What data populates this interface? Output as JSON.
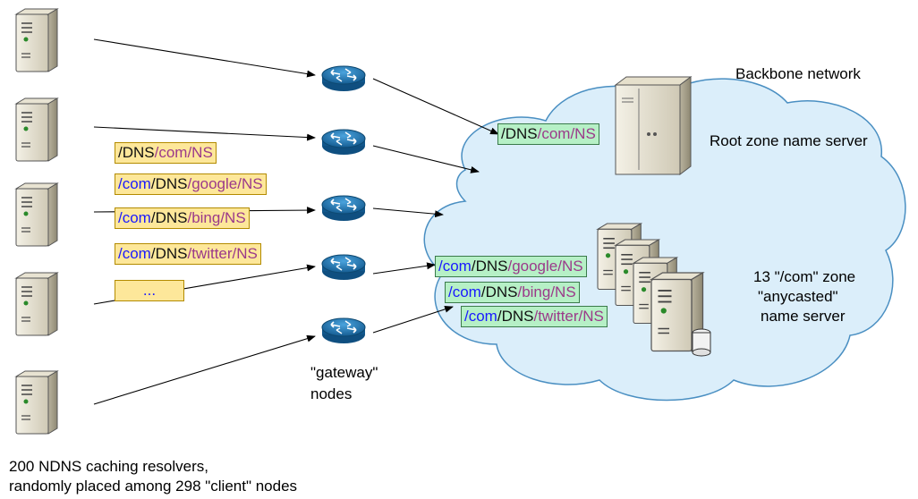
{
  "labels": {
    "backbone": "Backbone network",
    "root_server": "Root zone name server",
    "com_servers_1": "13 \"/com\" zone",
    "com_servers_2": "\"anycasted\"",
    "com_servers_3": "name server",
    "gateway_1": "\"gateway\"",
    "gateway_2": "nodes",
    "resolvers_1": "200 NDNS caching resolvers,",
    "resolvers_2": "randomly placed among 298 \"client\" nodes"
  },
  "colors": {
    "blue": "#1a1aff",
    "black": "#111111",
    "purple": "#9b3a8a",
    "yellow_tag": "#fde79a",
    "green_tag": "#b6f0c6",
    "cloud": "#dbeefa",
    "router": "#1b6ea8"
  },
  "icons": {
    "client": "server-tower-icon",
    "router": "router-icon",
    "root": "server-cabinet-icon",
    "com": "server-stack-icon",
    "cloud": "cloud-icon"
  },
  "tags": {
    "root_query_left": [
      {
        "t": "/DNS",
        "c": "black"
      },
      {
        "t": "/com/NS",
        "c": "purple"
      }
    ],
    "root_query_right": [
      {
        "t": "/DNS",
        "c": "black"
      },
      {
        "t": "/com/NS",
        "c": "purple"
      }
    ],
    "google_left": [
      {
        "t": "/com",
        "c": "blue"
      },
      {
        "t": "/DNS",
        "c": "black"
      },
      {
        "t": "/google/NS",
        "c": "purple"
      }
    ],
    "bing_left": [
      {
        "t": "/com",
        "c": "blue"
      },
      {
        "t": "/DNS",
        "c": "black"
      },
      {
        "t": "/bing/NS",
        "c": "purple"
      }
    ],
    "twitter_left": [
      {
        "t": "/com",
        "c": "blue"
      },
      {
        "t": "/DNS",
        "c": "black"
      },
      {
        "t": "/twitter/NS",
        "c": "purple"
      }
    ],
    "ellipsis": [
      {
        "t": "...",
        "c": "blue"
      }
    ],
    "google_right": [
      {
        "t": "/com",
        "c": "blue"
      },
      {
        "t": "/DNS",
        "c": "black"
      },
      {
        "t": "/google/NS",
        "c": "purple"
      }
    ],
    "bing_right": [
      {
        "t": "/com",
        "c": "blue"
      },
      {
        "t": "/DNS",
        "c": "black"
      },
      {
        "t": "/bing/NS",
        "c": "purple"
      }
    ],
    "twitter_right": [
      {
        "t": "/com",
        "c": "blue"
      },
      {
        "t": "/DNS",
        "c": "black"
      },
      {
        "t": "/twitter/NS",
        "c": "purple"
      }
    ]
  }
}
